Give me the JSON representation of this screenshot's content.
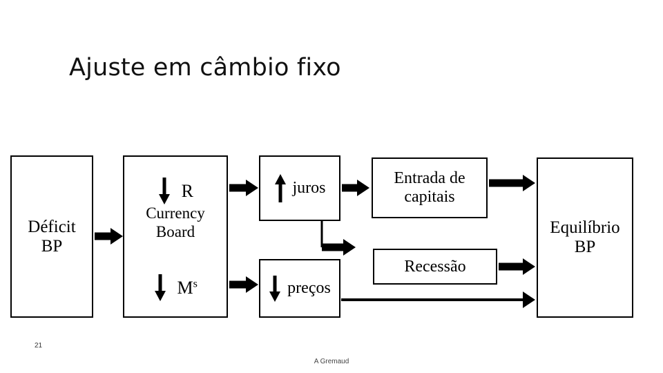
{
  "slide": {
    "title": "Ajuste em câmbio fixo",
    "page_number": "21",
    "footer_credit": "A Gremaud",
    "background_color": "#ffffff",
    "line_color": "#000000"
  },
  "boxes": {
    "deficit": {
      "line1": "Déficit",
      "line2": "BP"
    },
    "currency_board": {
      "reserves_label": "R",
      "line1": "Currency",
      "line2": "Board",
      "money_label": "M",
      "money_superscript": "s",
      "reserves_arrow": "down-arrow-icon",
      "money_arrow": "down-arrow-icon"
    },
    "juros": {
      "label": "juros",
      "arrow": "up-arrow-icon"
    },
    "precos": {
      "label": "preços",
      "arrow": "down-arrow-icon"
    },
    "entrada": {
      "line1": "Entrada de",
      "line2": "capitais"
    },
    "recessao": {
      "label": "Recessão"
    },
    "equilibrio": {
      "line1": "Equilíbrio",
      "line2": "BP"
    }
  },
  "connectors": [
    {
      "name": "deficit-to-currency-board"
    },
    {
      "name": "currency-board-to-juros"
    },
    {
      "name": "currency-board-to-precos"
    },
    {
      "name": "juros-to-entrada-capitais"
    },
    {
      "name": "juros-to-recessao"
    },
    {
      "name": "entrada-capitais-to-equilibrio"
    },
    {
      "name": "recessao-to-equilibrio"
    },
    {
      "name": "precos-to-equilibrio"
    }
  ]
}
